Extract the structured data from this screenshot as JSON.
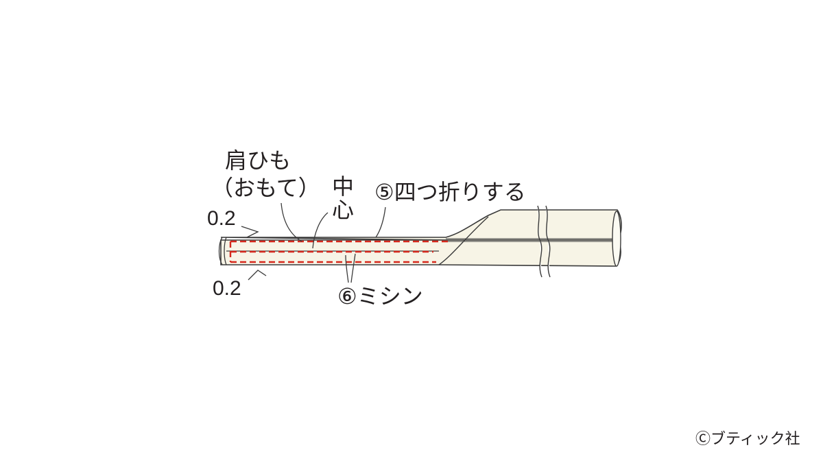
{
  "labels": {
    "strap": "肩ひも",
    "right_side": "（おもて）",
    "center": "中\n心",
    "fold": "⑤四つ折りする",
    "seam_top": "0.2",
    "seam_bottom": "0.2",
    "stitch": "⑥ミシン",
    "credit": "Ⓒブティック社"
  },
  "colors": {
    "stitch_line": "#d6281c",
    "fabric_fill": "#f7f4e6",
    "outline": "#3a3a3a",
    "text": "#231f20"
  }
}
